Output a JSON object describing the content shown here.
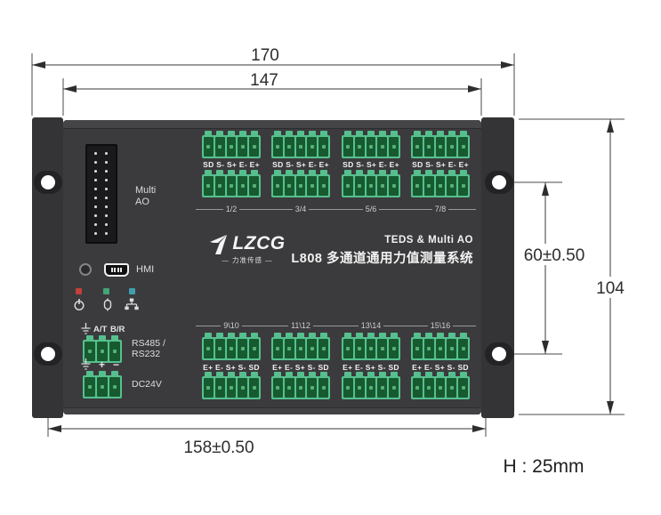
{
  "annotations": {
    "overall_width": "170",
    "body_width": "147",
    "overall_height": "104",
    "hole_spacing_vertical": "60±0.50",
    "hole_spacing_horizontal": "158±0.50",
    "height_note": "H : 25mm"
  },
  "device": {
    "brand": {
      "logo_text": "LZCG",
      "tagline": "— 力准传感 —"
    },
    "product": {
      "line1": "TEDS & Multi AO",
      "line2": "L808 多通道通用力值测量系统"
    },
    "left_panel": {
      "multi_ao_line1": "Multi",
      "multi_ao_line2": "AO",
      "hmi_label": "HMI",
      "at_label": "A/T",
      "br_label": "B/R",
      "plus_label": "+",
      "minus_label": "−",
      "rs_label_line1": "RS485 /",
      "rs_label_line2": "RS232",
      "dc_label": "DC24V"
    },
    "indicators": {
      "leds": [
        {
          "name": "power-led",
          "color": "#c4403a"
        },
        {
          "name": "status-led",
          "color": "#43a578"
        },
        {
          "name": "network-led",
          "color": "#3f9fae"
        }
      ],
      "icons": [
        "power-icon",
        "usb-icon",
        "network-icon"
      ]
    },
    "top_groups": [
      {
        "pins": "SD S- S+ E- E+",
        "channel": "1/2"
      },
      {
        "pins": "SD S- S+ E- E+",
        "channel": "3/4"
      },
      {
        "pins": "SD S- S+ E- E+",
        "channel": "5/6"
      },
      {
        "pins": "SD S- S+ E- E+",
        "channel": "7/8"
      }
    ],
    "bottom_groups": [
      {
        "pins": "E+ E- S+ S- SD",
        "channel": "9\\10"
      },
      {
        "pins": "E+ E- S+ S- SD",
        "channel": "11\\12"
      },
      {
        "pins": "E+ E- S+ S- SD",
        "channel": "13\\14"
      },
      {
        "pins": "E+ E- S+ S- SD",
        "channel": "15\\16"
      }
    ],
    "colors": {
      "body": "#3b3b3d",
      "ear": "#343436",
      "connector_frame": "#55c08e",
      "connector_cell": "#175a30"
    }
  }
}
